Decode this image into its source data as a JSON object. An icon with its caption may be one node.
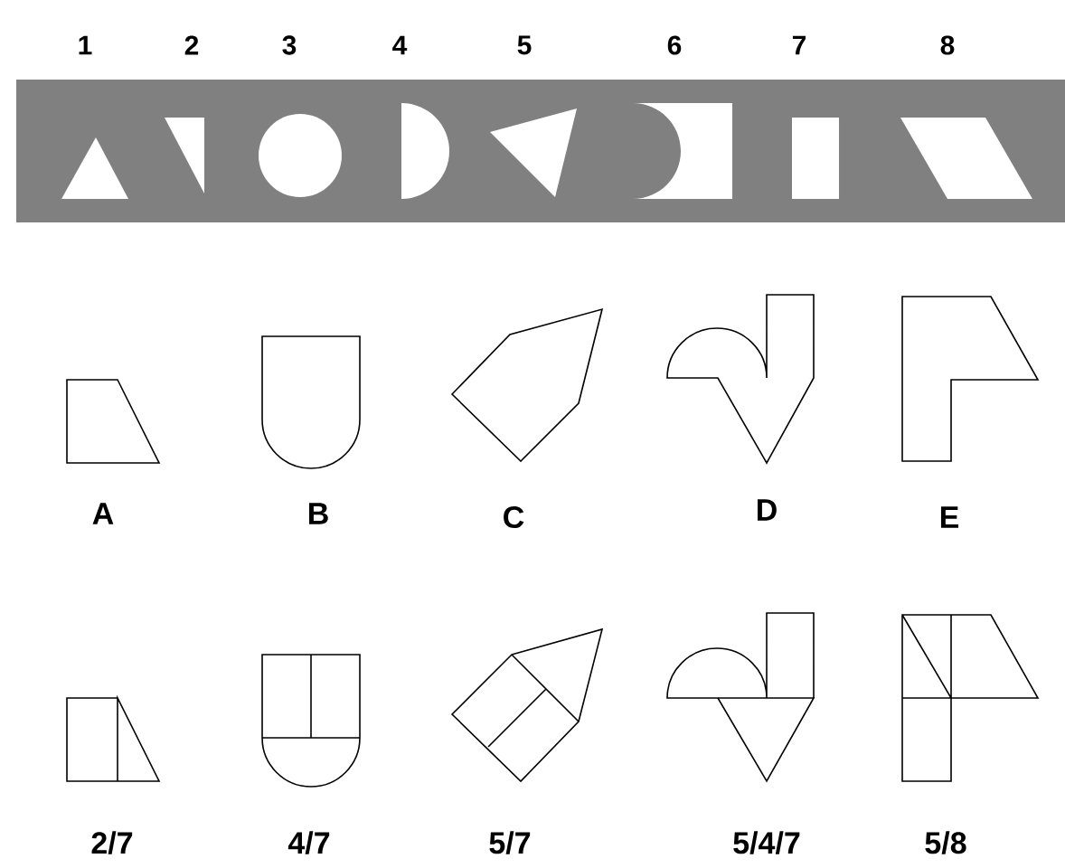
{
  "diagram": {
    "labels": [
      "1",
      "2",
      "3",
      "4",
      "5",
      "6",
      "7",
      "8",
      "A",
      "B",
      "C",
      "D",
      "E",
      "2/7",
      "4/7",
      "5/7",
      "5/4/7",
      "5/8"
    ]
  }
}
